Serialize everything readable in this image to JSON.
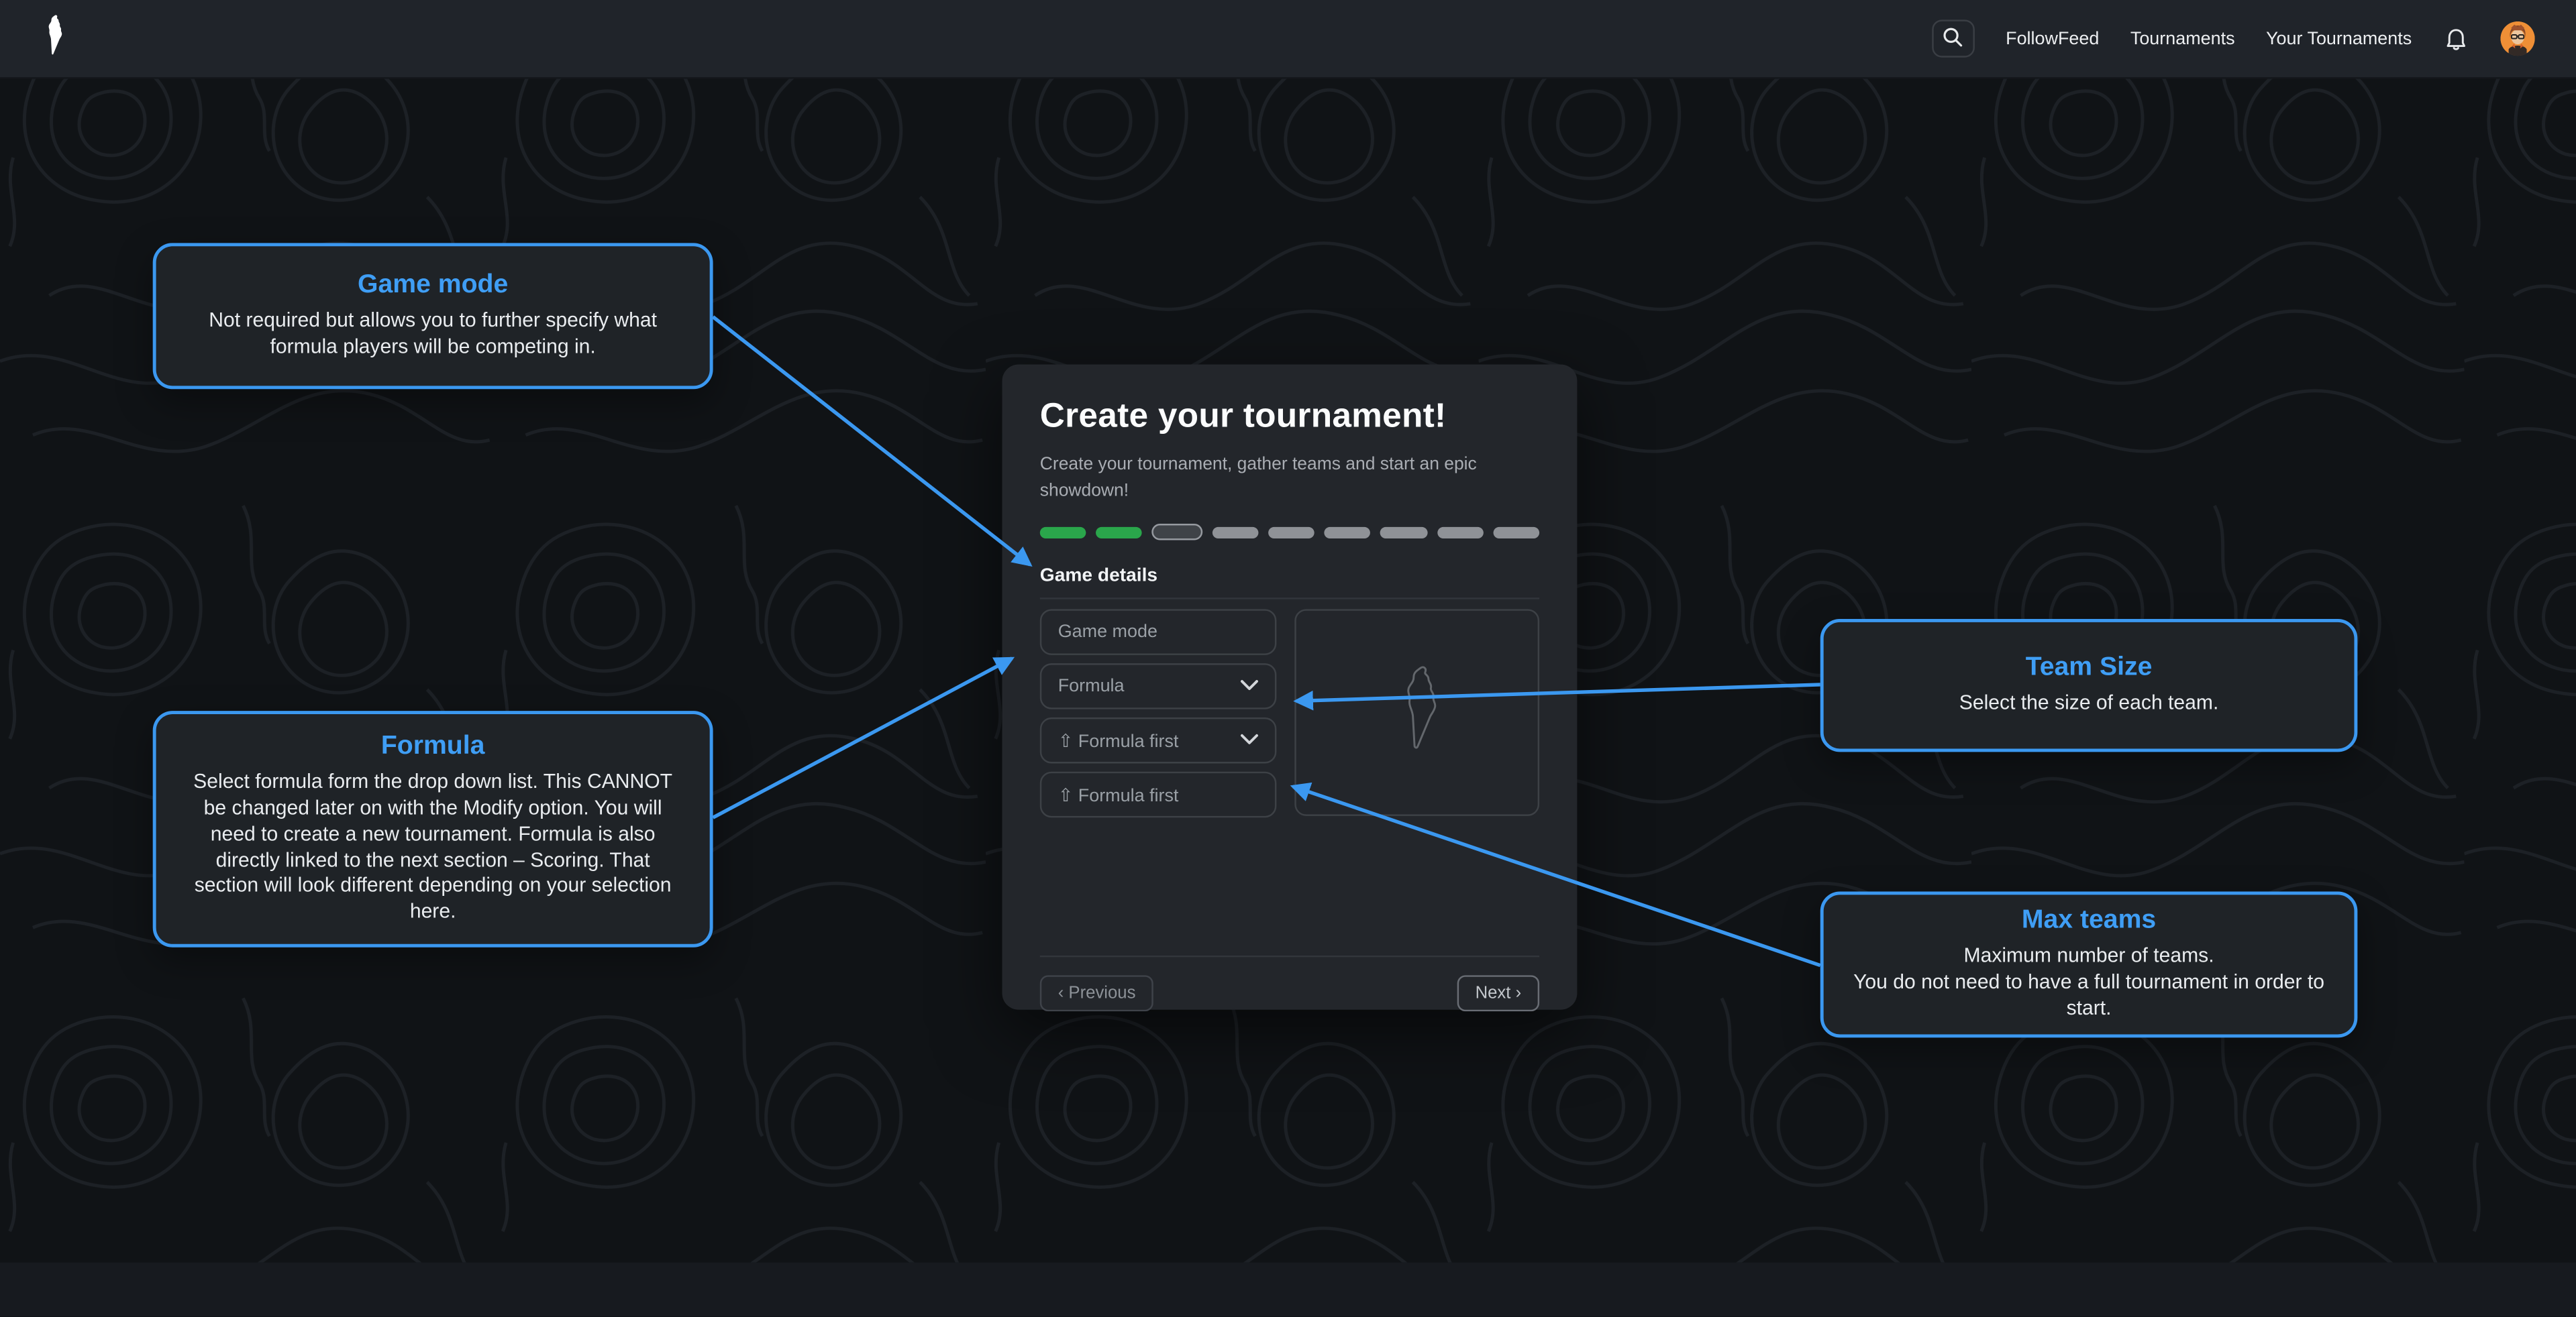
{
  "nav": {
    "links": [
      {
        "label": "FollowFeed"
      },
      {
        "label": "Tournaments"
      },
      {
        "label": "Your Tournaments"
      }
    ],
    "icons": {
      "logo": "island-map-logo",
      "search": "search-icon",
      "bell": "notifications-bell-icon",
      "avatar": "user-avatar"
    }
  },
  "modal": {
    "title": "Create your tournament!",
    "subtitle": "Create your tournament, gather teams and start an epic showdown!",
    "progress": {
      "segments": [
        "complete",
        "complete",
        "current",
        "upcoming",
        "upcoming",
        "upcoming",
        "upcoming",
        "upcoming",
        "upcoming"
      ]
    },
    "section_label": "Game details",
    "fields": {
      "game_mode_placeholder": "Game mode",
      "formula_placeholder": "Formula",
      "team_size_value": "⇧ Formula first",
      "max_teams_value": "⇧ Formula first"
    },
    "preview_icon": "island-map-outline",
    "buttons": {
      "previous": "‹ Previous",
      "next": "Next ›"
    }
  },
  "callouts": {
    "game_mode": {
      "title": "Game mode",
      "body": "Not required but allows you to further specify what formula players will be competing in."
    },
    "formula": {
      "title": "Formula",
      "body": "Select formula form the drop down list. This CANNOT be changed later on with the Modify option. You will need to create a new tournament. Formula is also directly linked to the next section – Scoring. That section will look different depending on your selection here."
    },
    "team_size": {
      "title": "Team Size",
      "body": "Select the size of each team."
    },
    "max_teams": {
      "title": "Max teams",
      "body": "Maximum number of teams.\nYou do not need to have a full tournament in order to start."
    }
  },
  "colors": {
    "accent_blue": "#3b98f0",
    "progress_complete_green": "#2aa64b",
    "progress_upcoming_gray": "#8f9297",
    "card_background": "#23262b",
    "page_background": "#101316",
    "nav_background": "#20242a"
  }
}
